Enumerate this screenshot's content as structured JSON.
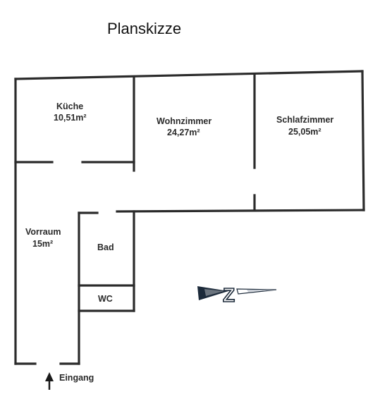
{
  "title": "Planskizze",
  "rooms": [
    {
      "name": "Küche",
      "area": "10,51m²"
    },
    {
      "name": "Wohnzimmer",
      "area": "24,27m²"
    },
    {
      "name": "Schlafzimmer",
      "area": "25,05m²"
    },
    {
      "name": "Vorraum",
      "area": "15m²"
    },
    {
      "name": "Bad"
    },
    {
      "name": "WC"
    }
  ],
  "entrance": {
    "label": "Eingang",
    "icon": "arrow-up-icon"
  },
  "compass": {
    "letter": "Z",
    "icon": "north-arrow-icon",
    "color": "#1c2a3a"
  },
  "colors": {
    "wall": "#2b2b2b",
    "text": "#2a2a2a"
  }
}
